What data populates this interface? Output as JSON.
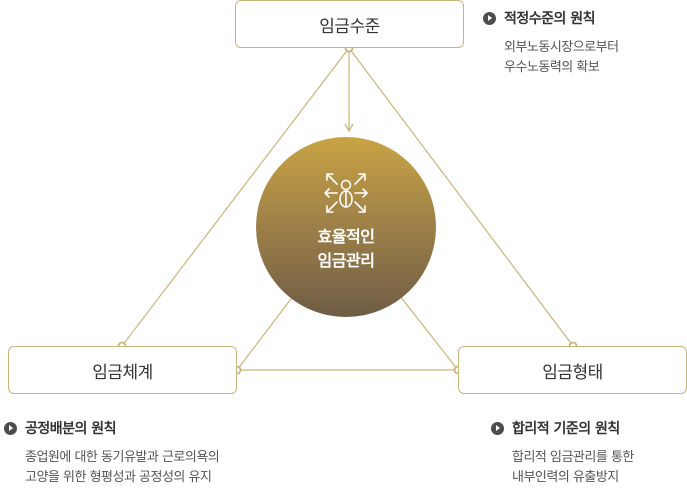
{
  "diagram": {
    "center": {
      "line1": "효율적인",
      "line2": "임금관리",
      "icon": "arrows-outward-icon"
    },
    "nodes": {
      "top": "임금수준",
      "left": "임금체계",
      "right": "임금형태"
    },
    "principles": {
      "top": {
        "title": "적정수준의 원칙",
        "lines": [
          "외부노동시장으로부터",
          "우수노동력의 확보"
        ]
      },
      "left": {
        "title": "공정배분의 원칙",
        "lines": [
          "종업원에 대한 동기유발과 근로의욕의",
          "고양을 위한 형평성과 공정성의 유지"
        ]
      },
      "right": {
        "title": "합리적 기준의 원칙",
        "lines": [
          "합리적 임금관리를 통한",
          "내부인력의 유출방지"
        ]
      }
    },
    "colors": {
      "line": "#c9b47a",
      "circle_top": "#c8a444",
      "circle_bottom": "#6f5c45",
      "bullet": "#4d4d4d"
    }
  }
}
